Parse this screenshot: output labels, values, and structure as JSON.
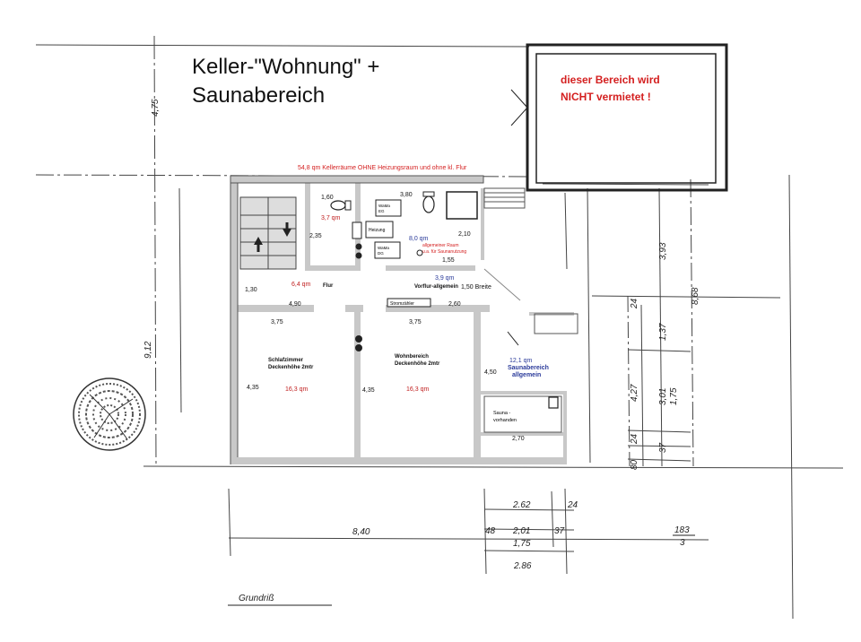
{
  "title_line1": "Keller-\"Wohnung\" +",
  "title_line2": "Saunabereich",
  "notice_line1": "dieser Bereich wird",
  "notice_line2": "NICHT vermietet !",
  "summary_note": "54,8 qm Kellerräume OHNE Heizungsraum und ohne kl. Flur",
  "labels": {
    "wc_small": "1,60",
    "wc_area": "3,7 qm",
    "dim_235": "2,35",
    "dim_380": "3,80",
    "washer1_a": "WaMa",
    "washer1_b": "EG",
    "washer2_a": "WaMa",
    "washer2_b": "DG",
    "heating": "Heizung",
    "utility_area": "8,0 qm",
    "utility_desc1": "allgemeiner Raum",
    "utility_desc2": "u.a. für Saunanutzung",
    "dim_210": "2,10",
    "dim_155": "1,55",
    "dim_130": "1,30",
    "hall_area": "6,4 qm",
    "hall": "Flur",
    "dim_490": "4,90",
    "vorflur": "Vorflur-allgemein",
    "vorflur_width": "1,50 Breite",
    "vorflur_area": "3,9 qm",
    "meter": "Stromzähler",
    "dim_260": "2,60",
    "dim_375a": "3,75",
    "dim_375b": "3,75",
    "bedroom_1": "Schlafzimmer",
    "bedroom_2": "Deckenhöhe 2mtr",
    "bedroom_area": "16,3 qm",
    "dim_435a": "4,35",
    "living_1": "Wohnbereich",
    "living_2": "Deckenhöhe 2mtr",
    "living_area": "16,3 qm",
    "dim_435b": "4,35",
    "sauna_area_1": "12,1 qm",
    "sauna_area_2": "Saunabereich",
    "sauna_area_3": "allgemein",
    "dim_450": "4,50",
    "sauna_1": "Sauna -",
    "sauna_2": "vorhanden",
    "dim_270": "2,70"
  },
  "hand_dims": {
    "d475": "4,75",
    "d912": "9,12",
    "d393": "3,93",
    "d868": "8,68",
    "d24a": "24",
    "d137": "1,37",
    "d427": "4,27",
    "d301": "3,01",
    "d175a": "1,75",
    "d24b": "24",
    "d37a": "37",
    "d80": "80",
    "d262": "2.62",
    "d24c": "24",
    "d840": "8,40",
    "d48": "48",
    "d201": "2,01",
    "d37b": "37",
    "d175b": "1,75",
    "d286": "2.86",
    "d183": "183",
    "d3": "3",
    "caption": "Grundriß"
  },
  "colors": {
    "notice": "#d42020",
    "area_red": "#c02020",
    "area_blue": "#2a3a9a",
    "wall": "#c8c8c8",
    "wall_dark": "#b0b0b0"
  }
}
